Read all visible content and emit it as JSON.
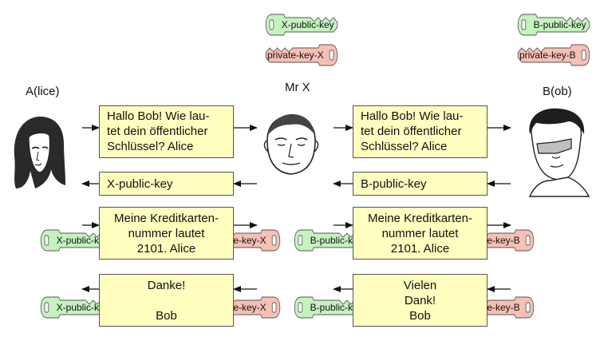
{
  "participants": {
    "alice": "A(lice)",
    "mrx": "Mr X",
    "bob": "B(ob)"
  },
  "keys": {
    "x_public": "X-public-key",
    "x_private": "private-key-X",
    "b_public": "B-public-key",
    "b_private": "private-key-B"
  },
  "messages": {
    "request_left": "Hallo Bob! Wie lau-\ntet dein öffentlicher\nSchlüssel? Alice",
    "request_right": "Hallo Bob! Wie lau-\ntet dein öffentlicher\nSchlüssel? Alice",
    "reply_left": "X-public-key",
    "reply_right": "B-public-key",
    "card_left": "Meine Kreditkarten-\nnummer lautet\n2101. Alice",
    "card_right": "Meine Kreditkarten-\nnummer lautet\n2101. Alice",
    "thanks_left": "Danke!\n\nBob",
    "thanks_right": "Vielen\nDank!\nBob"
  },
  "colors": {
    "public_key": "#c6f2c0",
    "private_key": "#f6c0b4",
    "message_bg": "#ffffc0"
  }
}
